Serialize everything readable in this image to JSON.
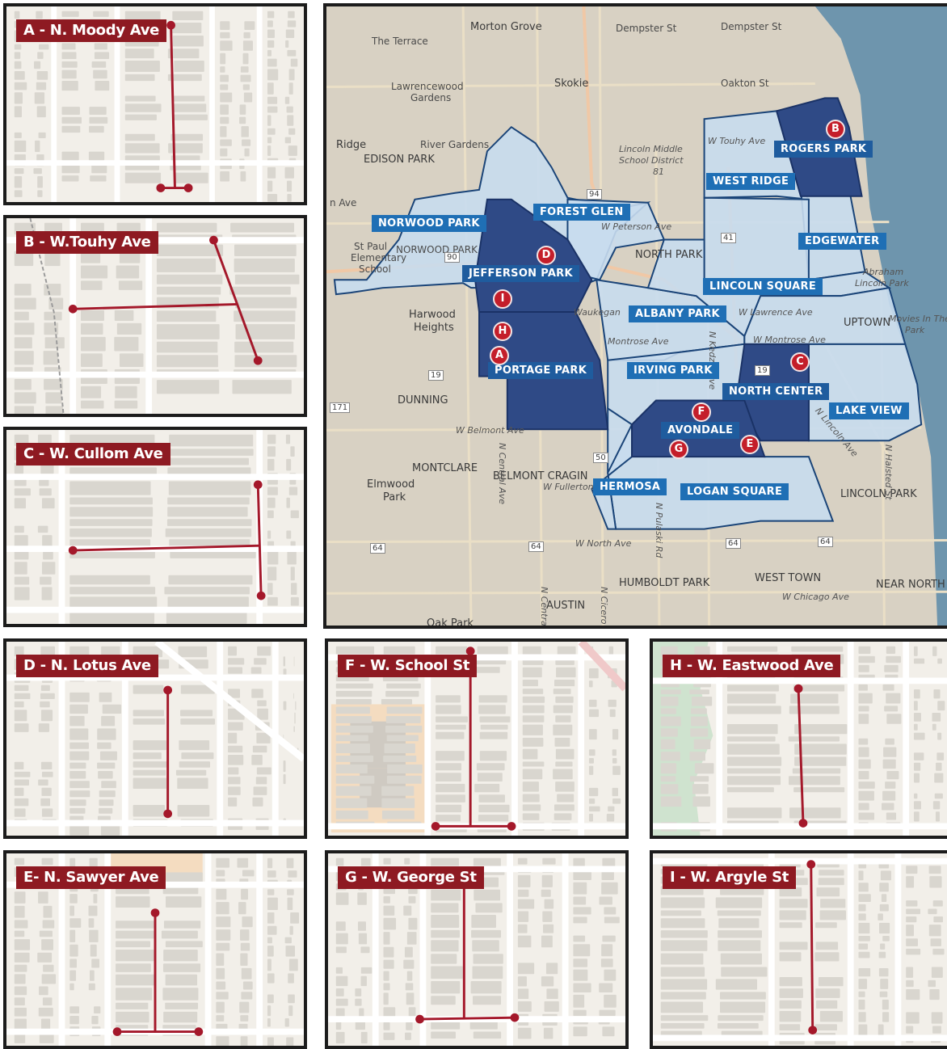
{
  "insets": [
    {
      "key": "a",
      "label": "A - N. Moody Ave"
    },
    {
      "key": "b",
      "label": "B - W.Touhy Ave"
    },
    {
      "key": "c",
      "label": "C - W. Cullom Ave"
    },
    {
      "key": "d",
      "label": "D - N. Lotus Ave"
    },
    {
      "key": "f",
      "label": "F - W. School St"
    },
    {
      "key": "h",
      "label": "H - W. Eastwood Ave"
    },
    {
      "key": "e",
      "label": "E- N. Sawyer Ave"
    },
    {
      "key": "g",
      "label": "G - W. George St"
    },
    {
      "key": "i",
      "label": "I - W. Argyle St"
    }
  ],
  "map": {
    "neighborhood_labels": {
      "norwood_park": "NORWOOD PARK",
      "forest_glen": "FOREST GLEN",
      "jefferson_park": "JEFFERSON PARK",
      "portage_park": "PORTAGE PARK",
      "albany_park": "ALBANY PARK",
      "irving_park": "IRVING PARK",
      "north_center": "NORTH CENTER",
      "avondale": "AVONDALE",
      "hermosa": "HERMOSA",
      "logan_square": "LOGAN SQUARE",
      "rogers_park": "ROGERS PARK",
      "west_ridge": "WEST RIDGE",
      "edgewater": "EDGEWATER",
      "lincoln_square": "LINCOLN SQUARE",
      "lake_view": "LAKE VIEW"
    },
    "pins": {
      "a": "A",
      "b": "B",
      "c": "C",
      "d": "D",
      "e": "E",
      "f": "F",
      "g": "G",
      "h": "H",
      "i": "I"
    },
    "place_labels": {
      "morton_grove": "Morton Grove",
      "dempster_st_1": "Dempster St",
      "dempster_st_2": "Dempster St",
      "the_terrace": "The Terrace",
      "skokie": "Skokie",
      "oakton_st": "Oakton St",
      "lawrencewood": "Lawrencewood",
      "gardens": "Gardens",
      "ridge": "Ridge",
      "river_gardens": "River Gardens",
      "edison_park": "EDISON PARK",
      "lincoln_middle_1": "Lincoln Middle",
      "lincoln_middle_2": "School District",
      "lincoln_middle_3": "81",
      "w_touhy_ave": "W Touhy Ave",
      "n_ave": "n Ave",
      "w_peterson": "W Peterson Ave",
      "north_park": "NORTH PARK",
      "norwood_park_town": "NORWOOD PARK",
      "st_paul_1": "St Paul",
      "st_paul_2": "Elementary",
      "st_paul_3": "School",
      "harwood_1": "Harwood",
      "harwood_2": "Heights",
      "w_lawrence": "W Lawrence Ave",
      "uptown": "UPTOWN",
      "abraham_1": "Abraham",
      "abraham_2": "Lincoln Park",
      "movies_1": "Movies In The",
      "movies_2": "Park",
      "montrose_1": "Montrose Ave",
      "montrose_2": "W Montrose Ave",
      "dunning": "DUNNING",
      "w_belmont": "W Belmont Ave",
      "montclare": "MONTCLARE",
      "belmont_cragin": "BELMONT CRAGIN",
      "w_fullerton": "W Fullerton",
      "elmwood_1": "Elmwood",
      "elmwood_2": "Park",
      "lincoln_park": "LINCOLN PARK",
      "w_north_ave": "W North Ave",
      "humboldt_park": "HUMBOLDT PARK",
      "west_town": "WEST TOWN",
      "w_chicago": "W Chicago Ave",
      "near_north": "NEAR NORTH",
      "austin": "AUSTIN",
      "oak_park": "Oak Park",
      "n_central": "N Central Ave",
      "n_cicero": "N Cicero",
      "n_pulaski": "N Pulaski Rd",
      "n_kedzie": "N Kedzie Ave",
      "n_lincoln": "N Lincoln Ave",
      "n_halsted": "N Halsted St",
      "waukegan": "Waukegan"
    },
    "routes": {
      "r41": "41",
      "r90": "90",
      "r94": "94",
      "r19a": "19",
      "r19b": "19",
      "r50": "50",
      "r64a": "64",
      "r64b": "64",
      "r64c": "64",
      "r64d": "64",
      "r171": "171"
    }
  },
  "colors": {
    "label_bg": "#8e1a22",
    "street_line": "#a4182a",
    "pin_red": "#c41e2a",
    "hood_light": "#c8dcee",
    "hood_dark": "#2f4a86",
    "hood_border": "#1a4478",
    "hood_label_bg": "#1f6fb5",
    "lake": "#6e95ad"
  }
}
